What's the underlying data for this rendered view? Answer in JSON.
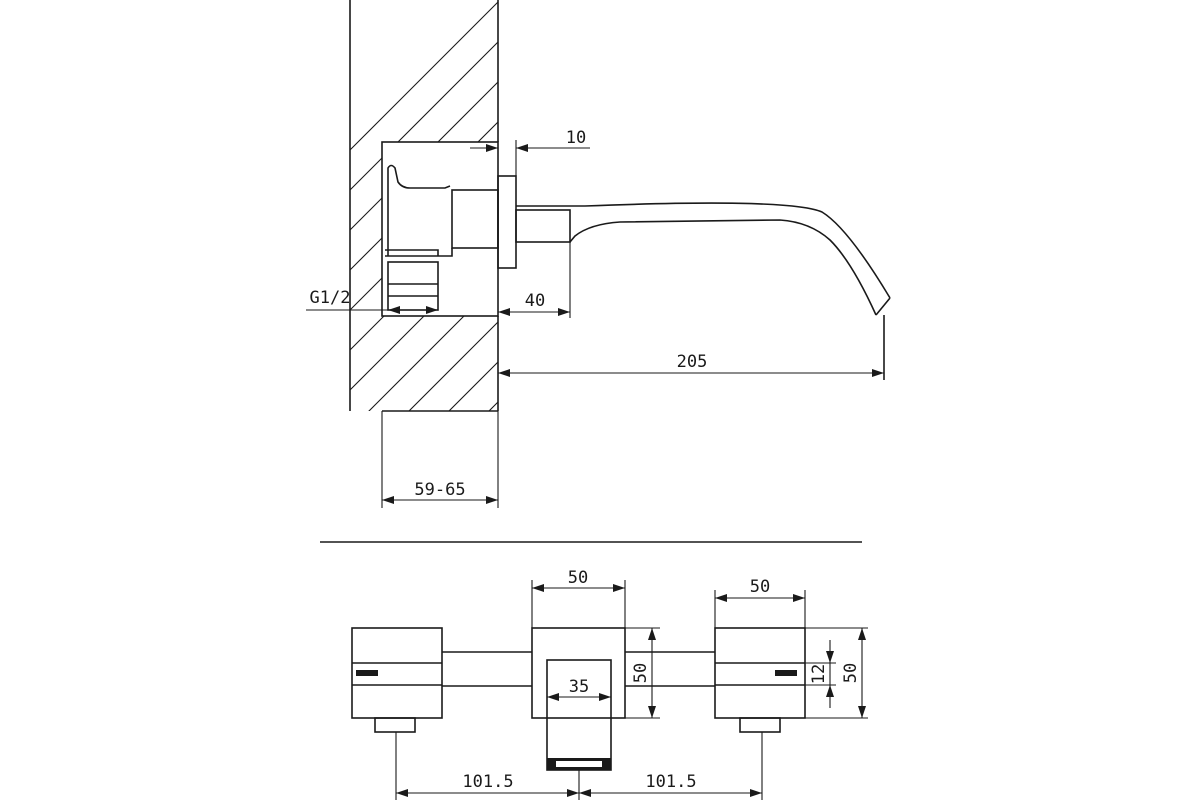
{
  "side_view": {
    "dim_flange": "10",
    "dim_thread": "G1/2",
    "dim_spout_base": "40",
    "dim_spout_length": "205",
    "dim_wall_depth": "59-65"
  },
  "front_view": {
    "dim_center_width": "50",
    "dim_right_width": "50",
    "dim_height_center": "50",
    "dim_height_right": "50",
    "dim_handle_slot": "12",
    "dim_inner_width": "35",
    "dim_spacing_left": "101.5",
    "dim_spacing_right": "101.5"
  }
}
